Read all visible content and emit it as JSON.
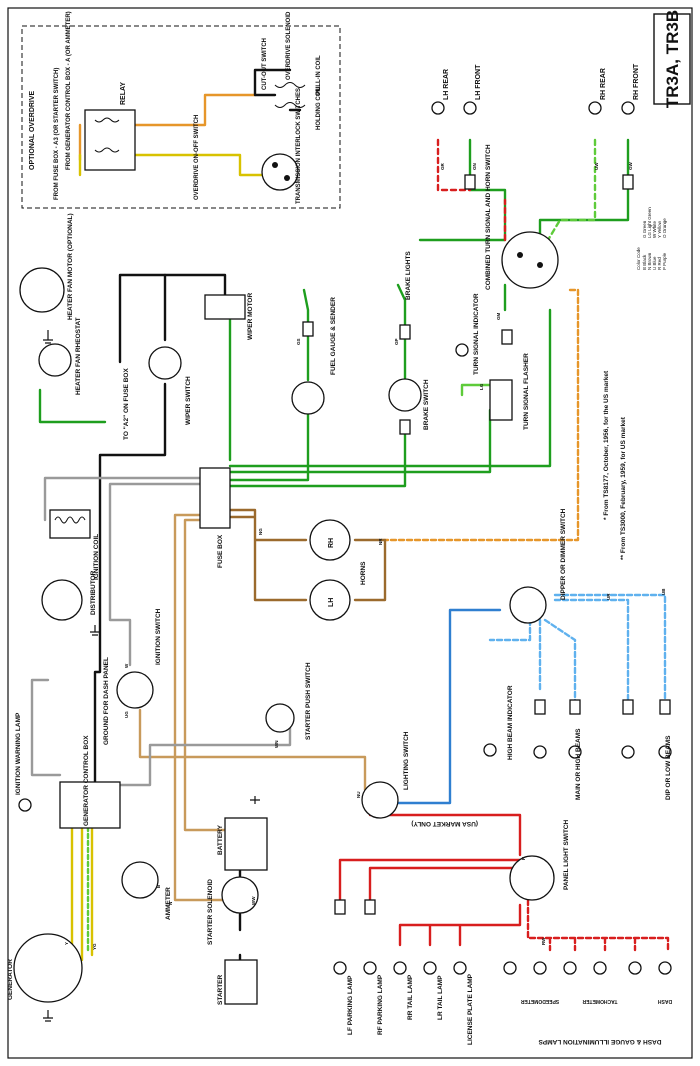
{
  "title": "TR3A, TR3B",
  "notes": {
    "star1": "* From TS8177, October, 1956, for the US market",
    "star2": "** From TS3000, February, 1959, for US market"
  },
  "legend": {
    "heading": "Color Code",
    "col1": [
      "B Black",
      "N Brown",
      "U Blue",
      "R Red",
      "P Purple"
    ],
    "col2": [
      "G Green",
      "LG Light Green",
      "W White",
      "Y Yellow",
      "O Orange"
    ]
  },
  "overdrive": {
    "box_title": "OPTIONAL OVERDRIVE",
    "from_generator": "FROM GENERATOR CONTROL BOX - A (OR AMMETER)",
    "from_fuse": "FROM FUSE BOX - A3 (OR STARTER SWITCH)",
    "relay": "RELAY",
    "cutout": "CUT-OUT SWITCH",
    "solenoid": "OVERDRIVE SOLENOID",
    "pull_in": "PULL-IN COIL",
    "holding": "HOLDING COIL",
    "onoff": "OVERDRIVE ON-OFF SWITCH",
    "interlock": "TRANSMISSION INTERLOCK SWITCHES"
  },
  "components": {
    "lh_rear": "LH REAR",
    "lh_front": "LH FRONT",
    "rh_rear": "RH REAR",
    "rh_front": "RH FRONT",
    "combined_turn": "COMBINED TURN SIGNAL AND HORN SWITCH",
    "heater_fan_motor": "HEATER FAN MOTOR (OPTIONAL)",
    "heater_rheostat": "HEATER FAN RHEOSTAT",
    "to_a2": "TO \"A2\" ON FUSE BOX",
    "wiper_motor": "WIPER MOTOR",
    "wiper_switch": "WIPER SWITCH",
    "fuel_gauge": "FUEL GAUGE & SENDER",
    "brake_lights": "BRAKE LIGHTS",
    "brake_switch": "BRAKE SWITCH",
    "turn_indicator": "TURN SIGNAL INDICATOR",
    "turn_flasher": "TURN SIGNAL FLASHER",
    "ignition_coil": "IGNITION COIL",
    "distributor": "DISTRIBUTOR",
    "fuse_box": "FUSE BOX",
    "horns": "HORNS",
    "horn_rh": "RH",
    "horn_lh": "LH",
    "dipper": "DIPPER OR DIMMER SWITCH",
    "ignition_switch": "IGNITION SWITCH",
    "ground_dash": "GROUND FOR DASH PANEL",
    "starter_push": "STARTER PUSH SWITCH",
    "ign_warning": "IGNITION WARNING LAMP",
    "gen_control": "GENERATOR CONTROL BOX",
    "high_beam_ind": "HIGH BEAM INDICATOR",
    "main_high": "MAIN OR HIGH BEAMS",
    "dip_low": "DIP OR LOW BEAMS",
    "lighting_switch": "LIGHTING SWITCH",
    "usa_only": "(USA MARKET ONLY)",
    "battery": "BATTERY",
    "ammeter": "AMMETER",
    "generator": "GENERATOR",
    "starter_solenoid": "STARTER SOLENOID",
    "starter": "STARTER",
    "panel_light": "PANEL LIGHT SWITCH",
    "lf_parking": "LF PARKING LAMP",
    "rf_parking": "RF PARKING LAMP",
    "rr_tail": "RR TAIL LAMP",
    "lr_tail": "LR TAIL LAMP",
    "license": "LICENSE PLATE LAMP",
    "dash_lamps": "DASH & GAUGE ILLUMINATION LAMPS",
    "speedometer": "SPEEDOMETER",
    "tachometer": "TACHOMETER",
    "dash": "DASH"
  },
  "wire_codes": {
    "gr": "GR",
    "gn": "GN",
    "gw": "GW",
    "gp": "GP",
    "gs": "GS",
    "ub": "UB",
    "uw": "UW",
    "ur": "UR",
    "rw": "RW",
    "r": "R",
    "w": "W",
    "b": "B",
    "y": "Y",
    "yg": "YG",
    "n": "N",
    "ng": "NG",
    "nr": "NR",
    "nu": "NU",
    "wn": "WN",
    "ww": "WW",
    "ug": "UG",
    "lg": "LG",
    "gm": "GM"
  },
  "colors": {
    "green": "#1e9e1e",
    "light_green": "#5ecb3a",
    "blue": "#2f7fd0",
    "light_blue": "#5fb1ee",
    "red": "#d81e1e",
    "brown": "#9b6a2d",
    "tan": "#c89a5b",
    "yellow": "#d8c200",
    "orange": "#e6962a",
    "black": "#111111",
    "white_wire": "#9a9a9a"
  }
}
